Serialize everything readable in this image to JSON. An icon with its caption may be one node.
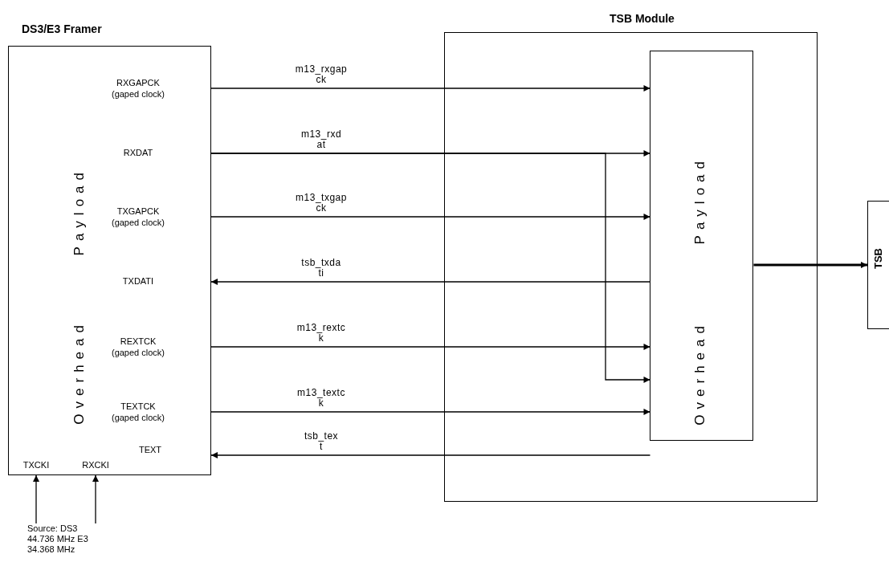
{
  "diagram": {
    "nodes": [
      {
        "text": [
          "DS3/E3 Framer",
          "Payload",
          "Overhead"
        ]
      },
      {
        "text": [
          "TSB Module"
        ]
      },
      {
        "text": [
          "Payload",
          "Overhead"
        ],
        "in": 1
      },
      {
        "text": [
          "TSB"
        ]
      },
      {
        "text": [
          "Source: DS3 44.736 MHz E3 34.368 MHz"
        ]
      }
    ],
    "edges": [
      {
        "from": 0,
        "to": 2,
        "arrow": "to",
        "label": "m13_rxgap ck"
      },
      {
        "from": 0,
        "to": 2,
        "arrow": "to",
        "label": "m13_rxd at"
      },
      {
        "from": 0,
        "to": 2,
        "arrow": "to",
        "label": "m13_txgap ck"
      },
      {
        "from": 2,
        "to": 0,
        "arrow": "to",
        "label": "tsb_txda ti"
      },
      {
        "from": 0,
        "to": 2,
        "arrow": "to",
        "label": "m13_rextc k"
      },
      {
        "from": 0,
        "to": 2,
        "arrow": "to",
        "label": "m13_textc k"
      },
      {
        "from": 2,
        "to": 0,
        "arrow": "to",
        "label": "tsb_tex t"
      },
      {
        "from": 0,
        "to": 2,
        "arrow": "to"
      },
      {
        "from": 2,
        "to": 3,
        "arrow": "to",
        "style": "thick"
      },
      {
        "from": 4,
        "to": 0,
        "arrow": "to"
      },
      {
        "from": 4,
        "to": 0,
        "arrow": "to"
      }
    ],
    "labels": [
      "RXGAPCK (gaped clock)",
      "RXDAT",
      "TXGAPCK (gaped clock)",
      "TXDATI",
      "REXTCK (gaped clock)",
      "TEXTCK (gaped clock)",
      "TEXT",
      "TXCKI",
      "RXCKI"
    ]
  }
}
